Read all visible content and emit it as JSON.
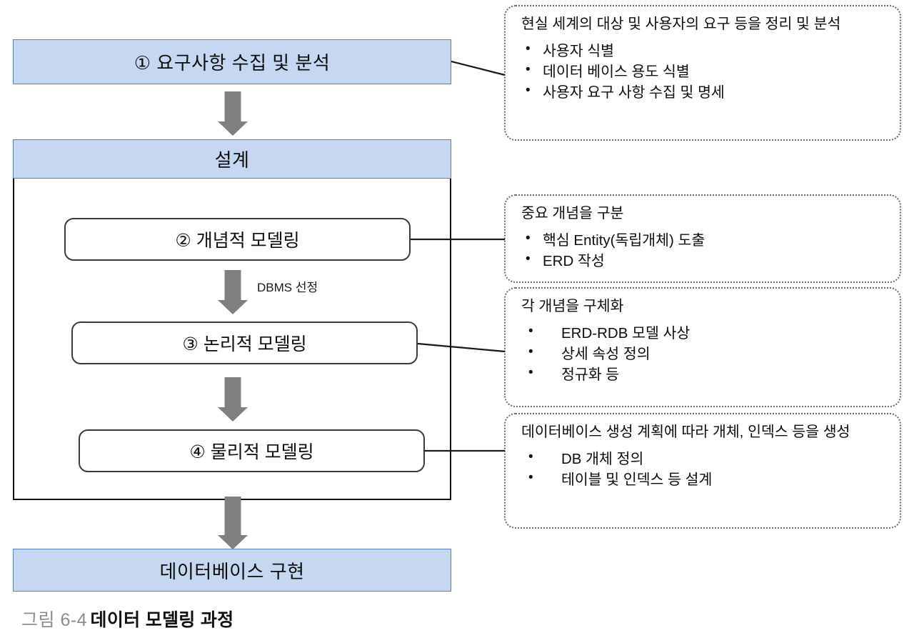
{
  "figure": {
    "number": "그림 6-4",
    "title": "데이터 모델링 과정"
  },
  "flow": {
    "step1": {
      "label": "① 요구사항 수집 및 분석"
    },
    "design_header": {
      "label": "설계"
    },
    "step2": {
      "label": "② 개념적 모델링"
    },
    "step3": {
      "label": "③ 논리적 모델링"
    },
    "step4": {
      "label": "④ 물리적 모델링"
    },
    "final": {
      "label": "데이터베이스 구현"
    },
    "transition_label": "DBMS 선정"
  },
  "callouts": [
    {
      "headline": "현실 세계의 대상 및 사용자의 요구 등을 정리 및 분석",
      "items": [
        "사용자 식별",
        "데이터 베이스 용도 식별",
        "사용자 요구 사항 수집 및 명세"
      ]
    },
    {
      "headline": "중요 개념을 구분",
      "items": [
        "핵심 Entity(독립개체) 도출",
        "ERD 작성"
      ]
    },
    {
      "headline": "각 개념을 구체화",
      "items": [
        "ERD-RDB 모델 사상",
        "상세 속성 정의",
        "정규화 등"
      ]
    },
    {
      "headline": "데이터베이스 생성 계획에 따라 개체, 인덱스 등을 생성",
      "items": [
        "DB 개체 정의",
        "테이블 및 인덱스 등 설계"
      ]
    }
  ],
  "colors": {
    "stage_fill": "#c6d7f1",
    "stage_border": "#5b7fc7",
    "arrow": "#808080",
    "container_border": "#111111",
    "callout_border": "#6b6b6b",
    "caption_number": "#8d8d8d"
  }
}
